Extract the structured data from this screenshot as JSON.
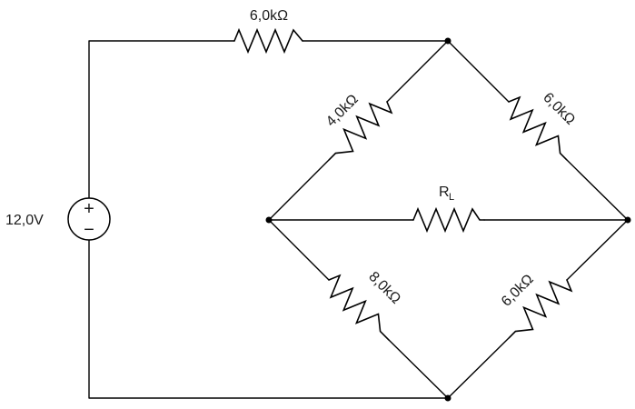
{
  "circuit": {
    "source": {
      "label": "12,0V",
      "plus": "+",
      "minus": "−"
    },
    "resistors": {
      "top": "6,0kΩ",
      "upper_left": "4,0kΩ",
      "upper_right": "6,0kΩ",
      "lower_left": "8,0kΩ",
      "lower_right": "6,0kΩ",
      "load_main": "R",
      "load_sub": "L"
    }
  }
}
